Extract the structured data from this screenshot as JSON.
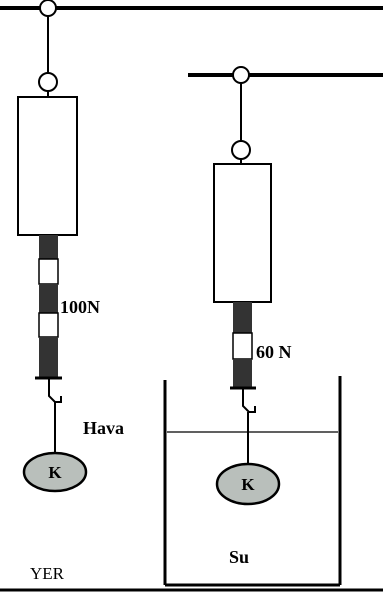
{
  "labels": {
    "reading_air": "100N",
    "reading_water": "60 N",
    "medium_air": "Hava",
    "medium_water": "Su",
    "ground": "YER",
    "object_left": "K",
    "object_right": "K"
  },
  "colors": {
    "stroke": "#000000",
    "object_fill": "#b9bfbb",
    "scale_dark": "#333333",
    "background": "#ffffff"
  }
}
